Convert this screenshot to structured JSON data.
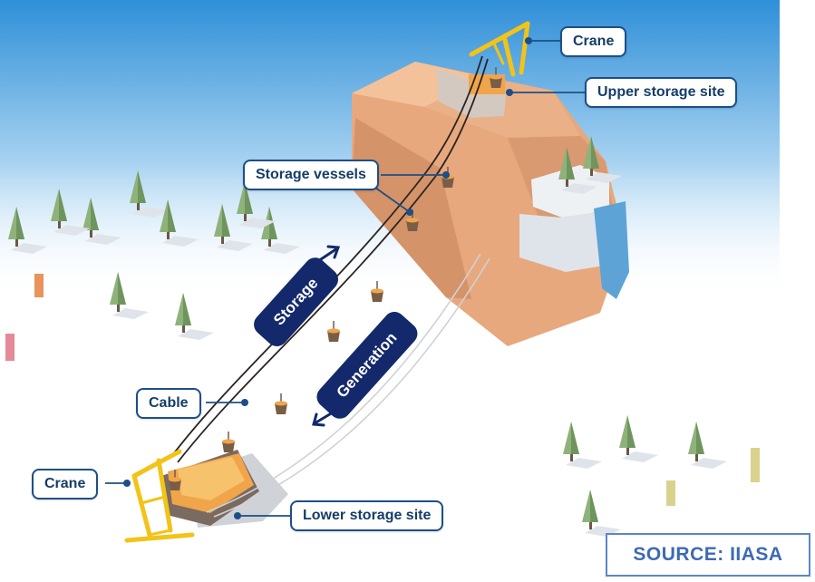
{
  "labels": {
    "crane_top": "Crane",
    "upper_storage": "Upper storage site",
    "storage_vessels": "Storage vessels",
    "cable": "Cable",
    "crane_bottom": "Crane",
    "lower_storage": "Lower storage site"
  },
  "arrows": {
    "storage": "Storage",
    "generation": "Generation"
  },
  "source": "SOURCE: IIASA",
  "colors": {
    "sky_top": "#2f8fd8",
    "label_border": "#1d4f86",
    "label_text": "#163d68",
    "badge_bg": "#13296b",
    "crane_yellow": "#f2c318",
    "sand_orange": "#f0a54a",
    "cliff": "#e7a87d",
    "source_text": "#3d6ab6"
  },
  "icons": [
    "crane-icon",
    "storage-vessel-icon",
    "tree-icon",
    "cable-line"
  ]
}
